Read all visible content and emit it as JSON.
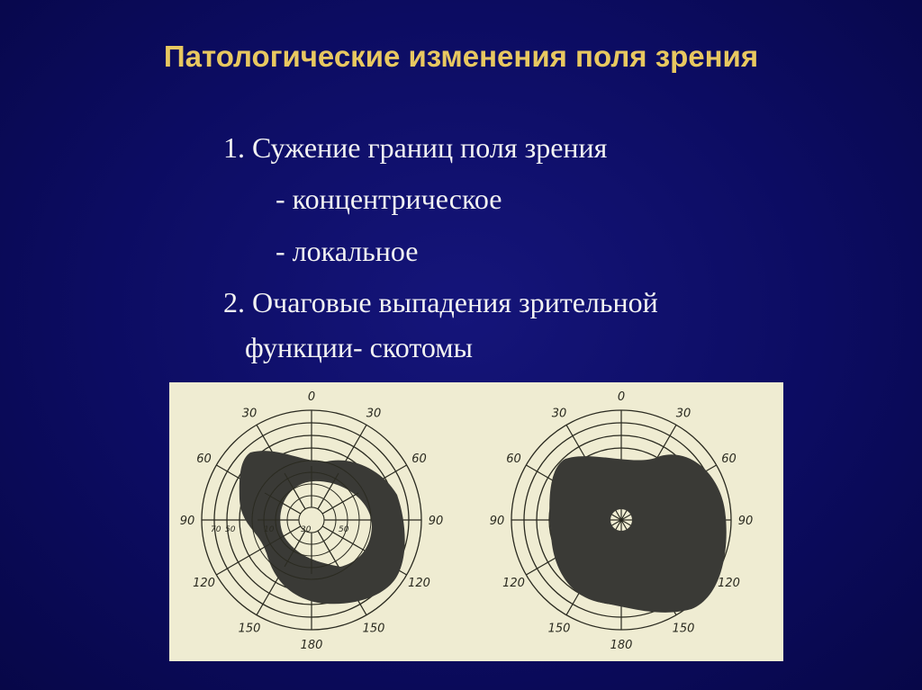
{
  "slide": {
    "title": "Патологические изменения поля зрения",
    "items": [
      "1. Сужение границ поля зрения",
      "- концентрическое",
      "- локальное",
      "2. Очаговые выпадения зрительной",
      "функции- скотомы"
    ]
  },
  "figure": {
    "angle_labels": [
      "0",
      "30",
      "60",
      "90",
      "120",
      "150",
      "180",
      "150",
      "120",
      "90",
      "60",
      "30"
    ],
    "inner_labels": [
      "70",
      "50",
      "10",
      "30",
      "50"
    ],
    "colors": {
      "background": "#0c0c62",
      "title": "#e8c860",
      "panel": "#efecd2",
      "defect": "#3a3a36"
    }
  }
}
